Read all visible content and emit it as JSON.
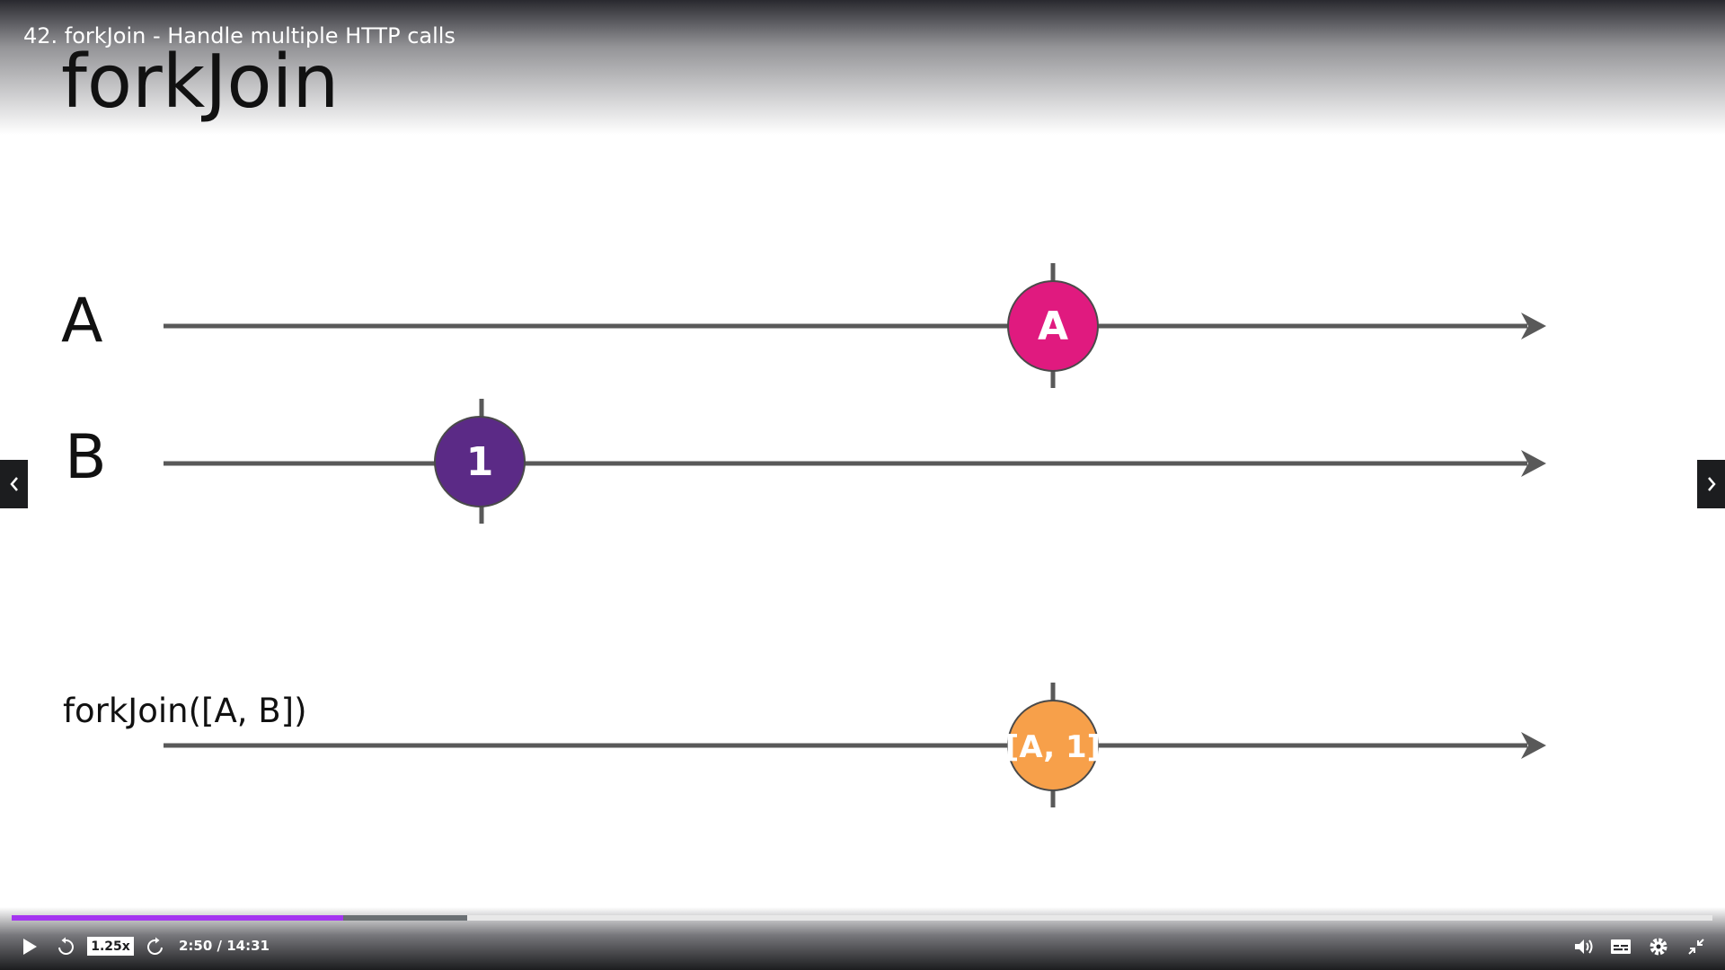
{
  "header": {
    "lecture_title": "42. forkJoin - Handle multiple HTTP calls"
  },
  "slide": {
    "title": "forkJoin",
    "rows": [
      {
        "label": "A",
        "marbles": [
          {
            "text": "A",
            "color": "#e01a7f"
          }
        ]
      },
      {
        "label": "B",
        "marbles": [
          {
            "text": "1",
            "color": "#5b2a86"
          }
        ]
      },
      {
        "label": "forkJoin([A, B])",
        "marbles": [
          {
            "text": "[A, 1]",
            "color": "#f7a04a"
          }
        ]
      }
    ],
    "line_color": "#595959"
  },
  "player": {
    "speed": "1.25x",
    "time": "2:50 / 14:31",
    "progress_played_fraction": 0.195,
    "progress_buffered_fraction": 0.268,
    "accent_color": "#a435f0",
    "icons": [
      "play-icon",
      "rewind-icon",
      "forward-icon",
      "volume-icon",
      "captions-icon",
      "settings-icon",
      "exit-fullscreen-icon"
    ]
  },
  "navigation": {
    "prev_icon": "chevron-left-icon",
    "next_icon": "chevron-right-icon"
  }
}
